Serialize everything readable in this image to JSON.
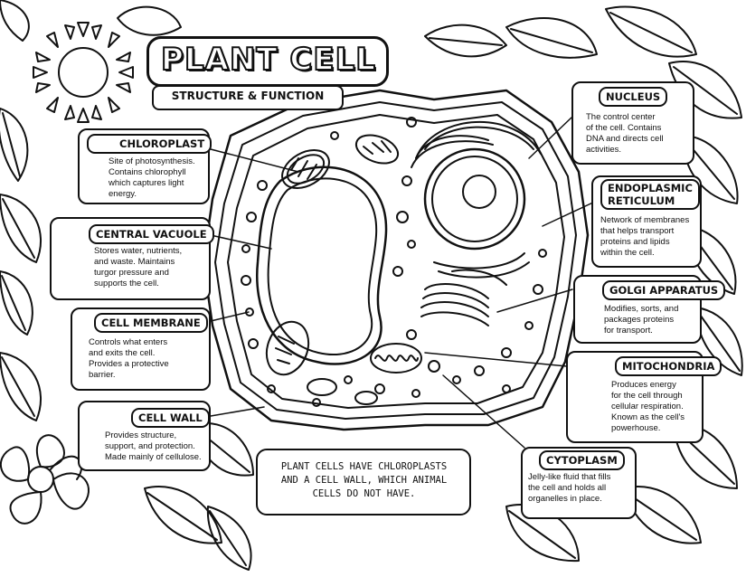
{
  "title": "PLANT CELL",
  "subtitle": "STRUCTURE & FUNCTION",
  "labels": {
    "chloroplast": {
      "name": "CHLOROPLAST",
      "desc": [
        "Site of photosynthesis.",
        "Contains chlorophyll",
        "which captures light",
        "energy."
      ]
    },
    "vacuole": {
      "name": "CENTRAL VACUOLE",
      "desc": [
        "Stores water, nutrients,",
        "and waste. Maintains",
        "turgor pressure and",
        "supports the cell."
      ]
    },
    "membrane": {
      "name": "CELL MEMBRANE",
      "desc": [
        "Controls what enters",
        "and exits the cell.",
        "Provides a protective",
        "barrier."
      ]
    },
    "wall": {
      "name": "CELL WALL",
      "desc": [
        "Provides structure,",
        "support, and protection.",
        "Made mainly of cellulose."
      ]
    },
    "nucleus": {
      "name": "NUCLEUS",
      "desc": [
        "The control center",
        "of the cell. Contains",
        "DNA and directs cell",
        "activities."
      ]
    },
    "er": {
      "name1": "ENDOPLASMIC",
      "name2": "RETICULUM",
      "desc": [
        "Network of membranes",
        "that helps transport",
        "proteins and lipids",
        "within the cell."
      ]
    },
    "golgi": {
      "name": "GOLGI APPARATUS",
      "desc": [
        "Modifies, sorts, and",
        "packages proteins",
        "for transport."
      ]
    },
    "mito": {
      "name": "MITOCHONDRIA",
      "desc": [
        "Produces energy",
        "for the cell through",
        "cellular respiration.",
        "Known as the cell's",
        "powerhouse."
      ]
    },
    "cytoplasm": {
      "name": "CYTOPLASM",
      "desc": [
        "Jelly-like fluid that fills",
        "the cell and holds all",
        "organelles in place."
      ]
    }
  },
  "note": [
    "PLANT CELLS HAVE CHLOROPLASTS",
    "AND A CELL WALL, WHICH ANIMAL",
    "CELLS DO NOT HAVE."
  ]
}
